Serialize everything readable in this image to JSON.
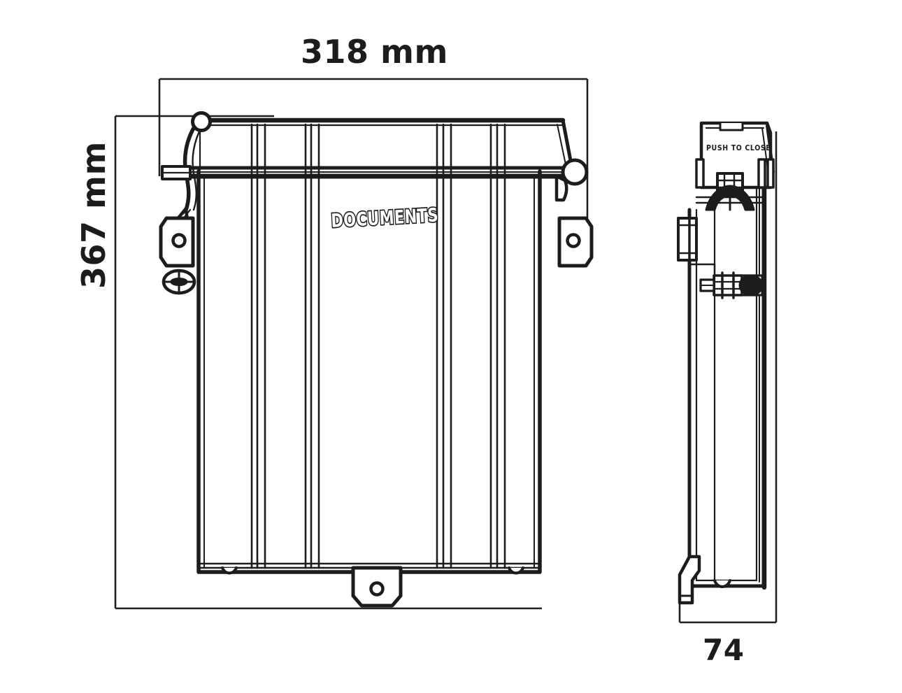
{
  "drawing": {
    "type": "technical-dimension-drawing",
    "subject": "Document storage box",
    "views": [
      "front",
      "side"
    ],
    "background_color": "#ffffff",
    "line_color": "#1c1c1c",
    "dimension_line_color": "#231f20"
  },
  "dimensions": {
    "width": {
      "value": "318 mm",
      "axis": "horizontal",
      "position": "top",
      "view": "front"
    },
    "height": {
      "value": "367 mm",
      "axis": "vertical",
      "position": "left",
      "view": "front",
      "rotation": "-90deg"
    },
    "depth": {
      "value": "74",
      "axis": "horizontal",
      "position": "bottom",
      "view": "side"
    }
  },
  "front_view": {
    "body_label": "DOCUMENTS",
    "features": [
      "hinged-lid",
      "latch-arm-with-ball-knob",
      "left-mounting-tab",
      "right-mounting-tab",
      "bottom-center-mounting-tab",
      "cylinder-lock",
      "vertical-ribs"
    ],
    "rib_groups": 4
  },
  "side_view": {
    "lid_label": "PUSH TO CLOSE",
    "features": [
      "lid-latch",
      "push-catch",
      "lock-barrel",
      "bottom-bracket-foot"
    ]
  }
}
